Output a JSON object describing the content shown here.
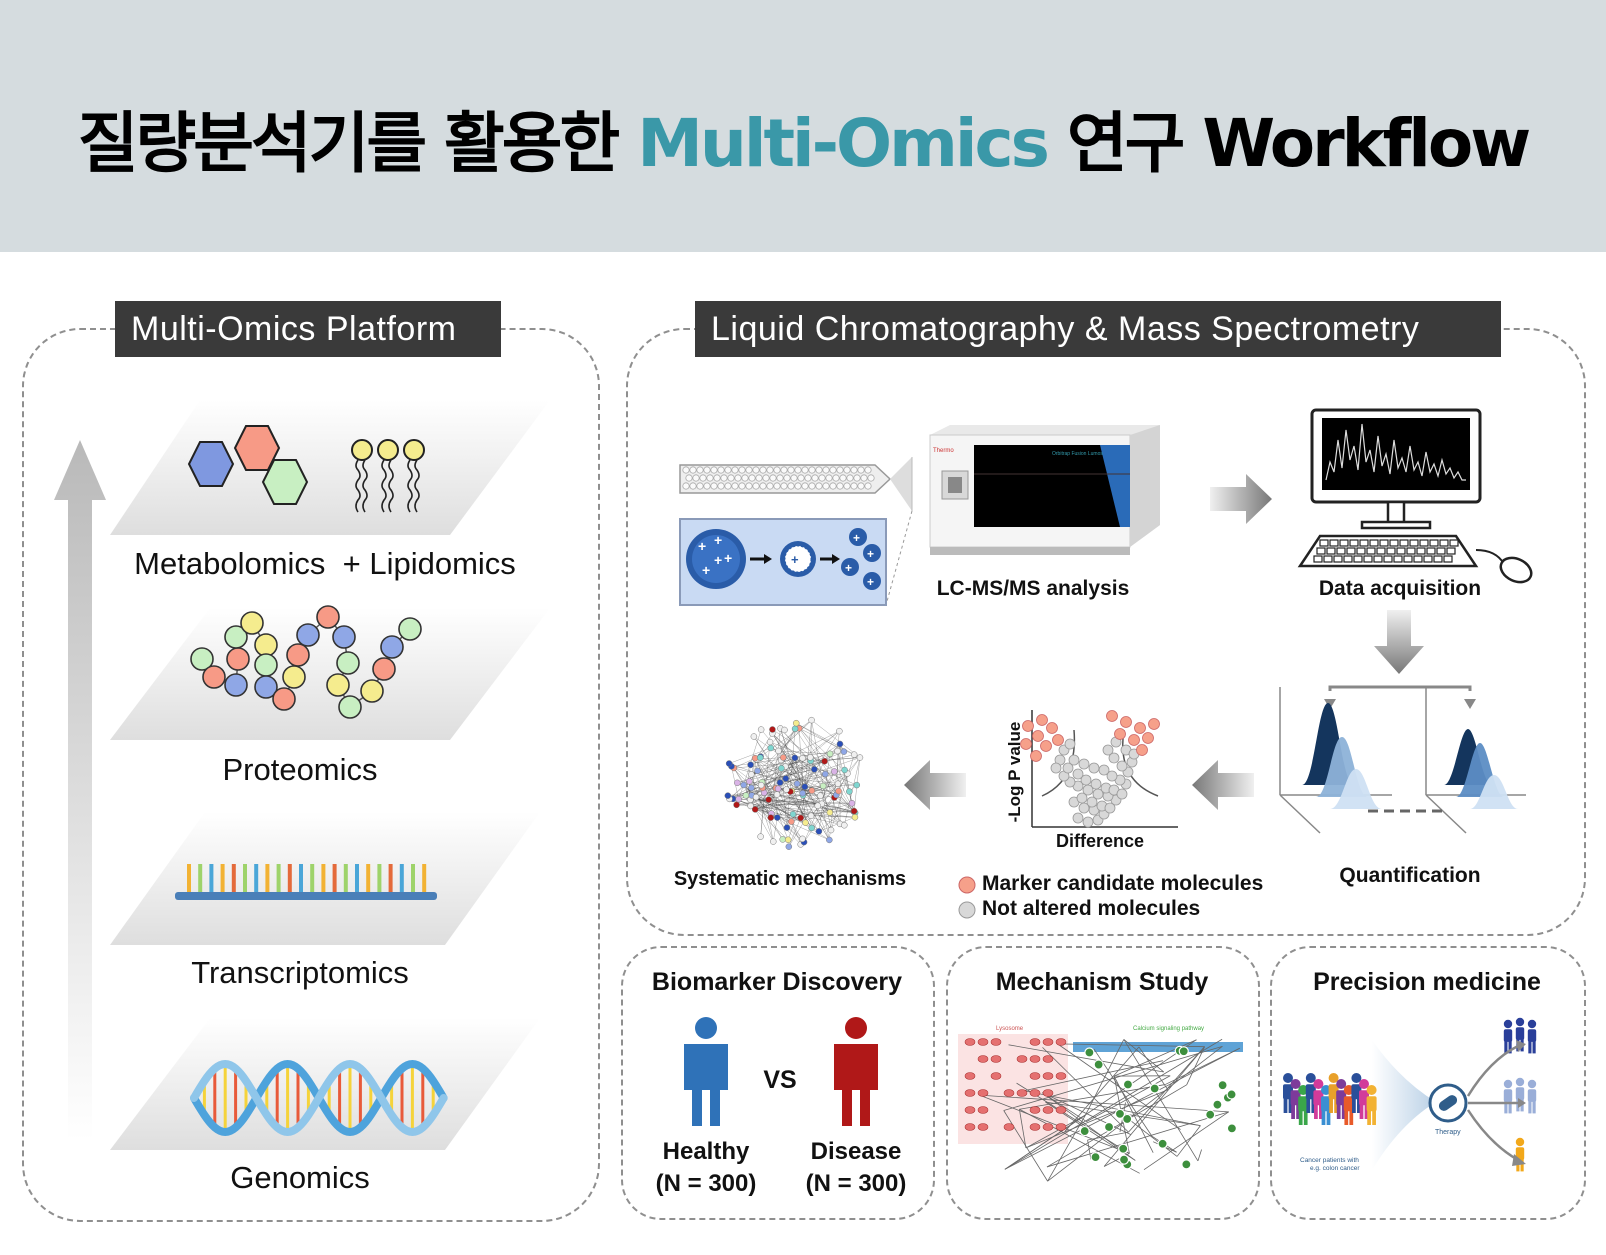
{
  "title": {
    "part1": "질량분석기를 활용한 ",
    "accent": "Multi-Omics",
    "part2": " 연구 Workflow"
  },
  "left_panel": {
    "tag": "Multi-Omics Platform",
    "layers": [
      "Metabolomics  + Lipidomics",
      "Proteomics",
      "Transcriptomics",
      "Genomics"
    ]
  },
  "right_panel": {
    "tag": "Liquid Chromatography & Mass Spectrometry",
    "steps": {
      "lcms": "LC-MS/MS analysis",
      "acquisition": "Data acquisition",
      "quantification": "Quantification",
      "network": "Systematic mechanisms"
    },
    "volcano": {
      "ylabel": "-Log P value",
      "xlabel": "Difference"
    },
    "legend": [
      "Marker candidate molecules",
      "Not altered molecules"
    ],
    "instrument_brand": "Thermo",
    "instrument_model": "Orbitrap Fusion Lumos"
  },
  "cards": {
    "biomarker": {
      "title": "Biomarker Discovery",
      "vs": "VS",
      "groups": [
        {
          "name": "Healthy",
          "n": "(N = 300)",
          "color": "#2f72b8"
        },
        {
          "name": "Disease",
          "n": "(N = 300)",
          "color": "#b01818"
        }
      ]
    },
    "mechanism": {
      "title": "Mechanism Study",
      "labels": {
        "lysosome": "Lysosome",
        "calcium": "Calcium signaling pathway"
      }
    },
    "precision": {
      "title": "Precision medicine",
      "patients": "Cancer patients with",
      "patients2": "e.g. colon cancer",
      "therapy": "Therapy"
    }
  },
  "colors": {
    "accent": "#3a98a8",
    "tag_bg": "#3a3a3a",
    "header_bg": "#d5dcdf",
    "marker": "#f6a08a",
    "not_altered": "#d8d8d8"
  }
}
